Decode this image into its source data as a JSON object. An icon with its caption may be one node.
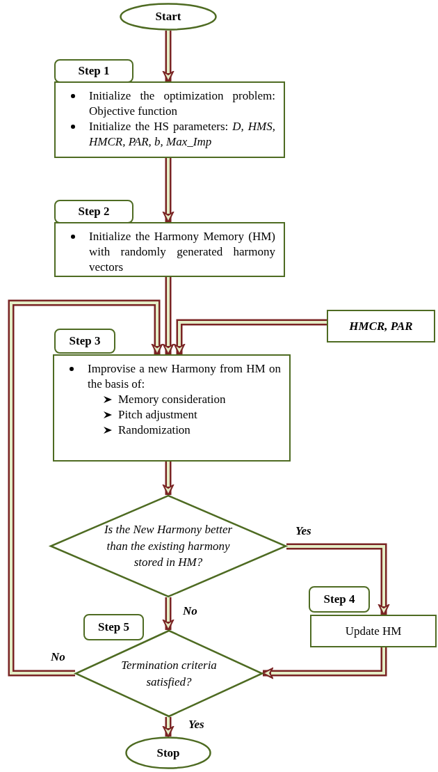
{
  "diagram": {
    "nodes": [
      {
        "text": [
          "Start"
        ]
      },
      {
        "text": [
          "Step 1"
        ]
      },
      {
        "text": [
          "Initialize the optimization problem: Objective function",
          "Initialize the HS parameters: *D, HMS, HMCR, PAR, b, Max_Imp*"
        ]
      },
      {
        "text": [
          "Step 2"
        ]
      },
      {
        "text": [
          "Initialize the Harmony Memory (HM) with randomly generated harmony vectors"
        ]
      },
      {
        "text": [
          "HMCR, PAR"
        ]
      },
      {
        "text": [
          "Step 3"
        ]
      },
      {
        "text": [
          "Improvise a new Harmony from HM on the basis of:",
          "Memory consideration",
          "Pitch adjustment",
          "Randomization"
        ]
      },
      {
        "text": [
          "Is the New Harmony better than the existing harmony stored in HM?"
        ]
      },
      {
        "text": [
          "Step 4"
        ]
      },
      {
        "text": [
          "Update HM"
        ]
      },
      {
        "text": [
          "Step 5"
        ]
      },
      {
        "text": [
          "Termination criteria satisfied?"
        ]
      },
      {
        "text": [
          "Stop"
        ]
      }
    ],
    "edges": [
      {
        "from": 0,
        "to": 2,
        "arrow": "to"
      },
      {
        "from": 2,
        "to": 4,
        "arrow": "to"
      },
      {
        "from": 4,
        "to": 7,
        "arrow": "to"
      },
      {
        "from": 5,
        "to": 7,
        "arrow": "to"
      },
      {
        "from": 7,
        "to": 8,
        "arrow": "to"
      },
      {
        "from": 8,
        "to": 10,
        "arrow": "to",
        "label": "Yes"
      },
      {
        "from": 8,
        "to": 12,
        "arrow": "to",
        "label": "No"
      },
      {
        "from": 10,
        "to": 12,
        "arrow": "to"
      },
      {
        "from": 12,
        "to": 7,
        "arrow": "to",
        "label": "No"
      },
      {
        "from": 12,
        "to": 13,
        "arrow": "to",
        "label": "Yes"
      }
    ]
  }
}
